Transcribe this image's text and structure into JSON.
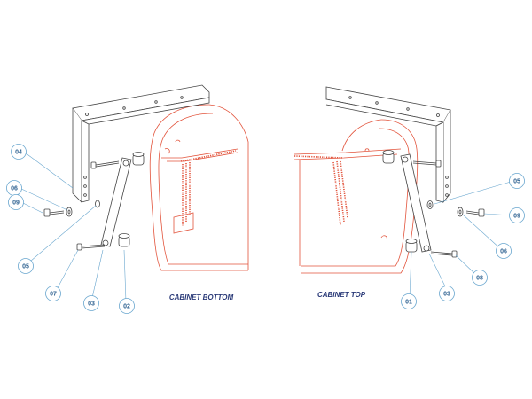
{
  "colors": {
    "hardware_stroke": "#444444",
    "cabinet_stroke": "#e2533b",
    "callout_stroke": "#6aa7cf",
    "callout_text": "#2b5f8f",
    "caption_text": "#2a3a78"
  },
  "captions": {
    "left": "CABINET BOTTOM",
    "right": "CABINET TOP"
  },
  "callouts": {
    "left": {
      "c04": "04",
      "c06": "06",
      "c09": "09",
      "c05": "05",
      "c07": "07",
      "c03": "03",
      "c02": "02"
    },
    "right": {
      "c05": "05",
      "c09": "09",
      "c06": "06",
      "c08": "08",
      "c03": "03",
      "c01": "01"
    }
  }
}
